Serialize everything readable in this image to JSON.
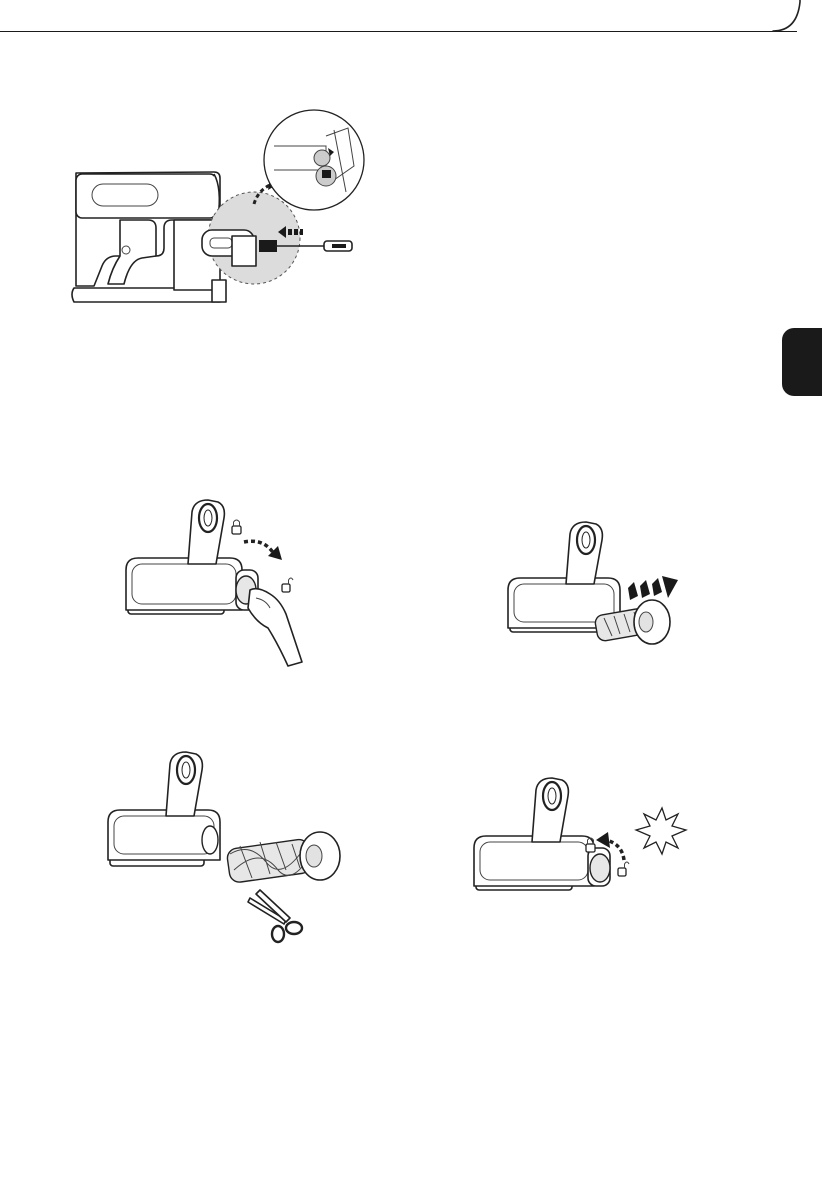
{
  "page": {
    "background": "#ffffff",
    "line_color": "#1a1a1a",
    "side_tab_color": "#1a1a1a"
  },
  "figures": [
    {
      "id": "fig-handheld-unit",
      "icons": [
        "vacuum-handheld-icon",
        "magnifier-detail-icon",
        "screwdriver-icon",
        "curved-arrow-icon",
        "dashed-arrow-left-icon"
      ]
    },
    {
      "id": "fig-brush-unlock",
      "icons": [
        "brush-head-icon",
        "hand-icon",
        "lock-icon",
        "unlock-icon",
        "curved-arrow-icon"
      ]
    },
    {
      "id": "fig-brush-pull-out",
      "icons": [
        "brush-head-icon",
        "roller-icon",
        "dashed-arrow-right-icon"
      ]
    },
    {
      "id": "fig-brush-cut-hair",
      "icons": [
        "brush-head-icon",
        "roller-with-hair-icon",
        "scissors-icon"
      ]
    },
    {
      "id": "fig-brush-lock",
      "icons": [
        "brush-head-icon",
        "lock-icon",
        "unlock-icon",
        "curved-arrow-icon",
        "click-burst-icon"
      ]
    }
  ]
}
